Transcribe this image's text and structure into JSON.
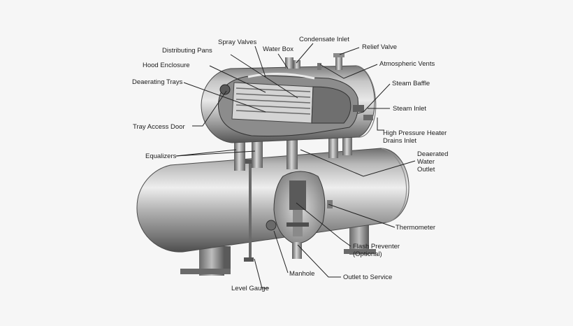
{
  "labels": {
    "spray_valves": "Spray Valves",
    "condensate_inlet": "Condensate Inlet",
    "relief_valve": "Relief Valve",
    "distributing_pans": "Distributing Pans",
    "water_box": "Water Box",
    "atmospheric_vents": "Atmospheric Vents",
    "hood_enclosure": "Hood Enclosure",
    "deaerating_trays": "Deaerating Trays",
    "steam_baffle": "Steam Baffle",
    "steam_inlet": "Steam Inlet",
    "tray_access_door": "Tray Access Door",
    "hp_heater_drains_1": "High Pressure Heater",
    "hp_heater_drains_2": "Drains Inlet",
    "equalizers": "Equalizers",
    "deaerated_1": "Deaerated",
    "deaerated_2": "Water",
    "deaerated_3": "Outlet",
    "thermometer": "Thermometer",
    "flash_preventer_1": "Flash Preventer",
    "flash_preventer_2": "(Optional)",
    "manhole": "Manhole",
    "outlet_to_service": "Outlet to Service",
    "level_gauge": "Level Gauge"
  },
  "colors": {
    "background": "#f6f6f6",
    "metal_dark": "#4a4a4a",
    "metal_mid": "#9a9a9a",
    "metal_light": "#e2e2e2",
    "leader_line": "#222222"
  }
}
